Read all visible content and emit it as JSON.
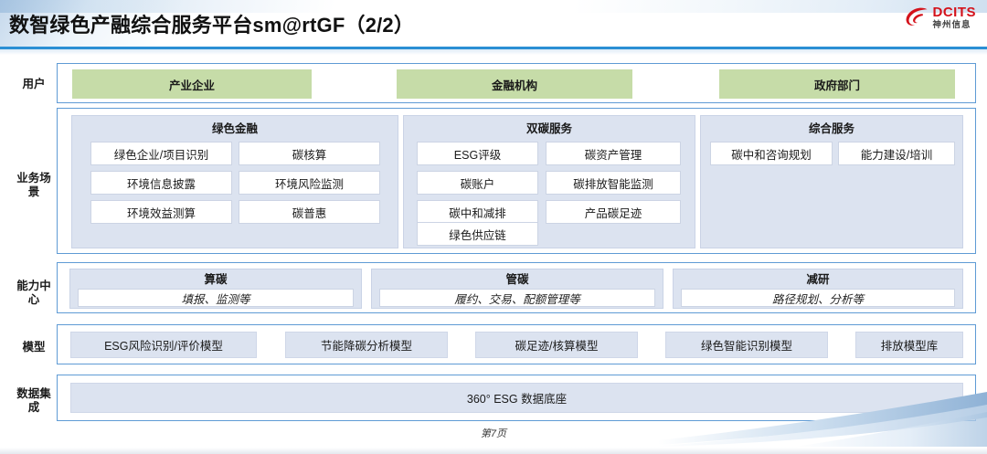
{
  "title": "数智绿色产融综合服务平台sm@rtGF（2/2）",
  "logo": {
    "name": "DCITS",
    "sub": "神州信息",
    "color": "#d4121b"
  },
  "rows": {
    "user": {
      "label": "用户"
    },
    "business": {
      "label": "业务场\n景"
    },
    "capability": {
      "label": "能力中\n心"
    },
    "model": {
      "label": "模型"
    },
    "data": {
      "label": "数据集\n成"
    }
  },
  "users": [
    {
      "label": "产业企业"
    },
    {
      "label": "金融机构"
    },
    {
      "label": "政府部门"
    }
  ],
  "business_groups": [
    {
      "title": "绿色金融",
      "items": [
        "绿色企业/项目识别",
        "碳核算",
        "环境信息披露",
        "环境风险监测",
        "环境效益测算",
        "碳普惠"
      ]
    },
    {
      "title": "双碳服务",
      "items": [
        "ESG评级",
        "碳资产管理",
        "碳账户",
        "碳排放智能监测",
        "碳中和减排",
        "产品碳足迹",
        "绿色供应链"
      ]
    },
    {
      "title": "综合服务",
      "items": [
        "碳中和咨询规划",
        "能力建设/培训"
      ]
    }
  ],
  "capability_groups": [
    {
      "title": "算碳",
      "sub": "填报、监测等"
    },
    {
      "title": "管碳",
      "sub": "履约、交易、配额管理等"
    },
    {
      "title": "减研",
      "sub": "路径规划、分析等"
    }
  ],
  "models": [
    "ESG风险识别/评价模型",
    "节能降碳分析模型",
    "碳足迹/核算模型",
    "绿色智能识别模型",
    "排放模型库"
  ],
  "data_integration": {
    "label": "360° ESG 数据底座"
  },
  "footer": {
    "page": "第7页"
  },
  "colors": {
    "accent_blue": "#2b8fd4",
    "panel_border": "#5f9bd5",
    "block_fill": "#dce3f0",
    "green_fill": "#c6dca8",
    "brand_red": "#d4121b"
  }
}
